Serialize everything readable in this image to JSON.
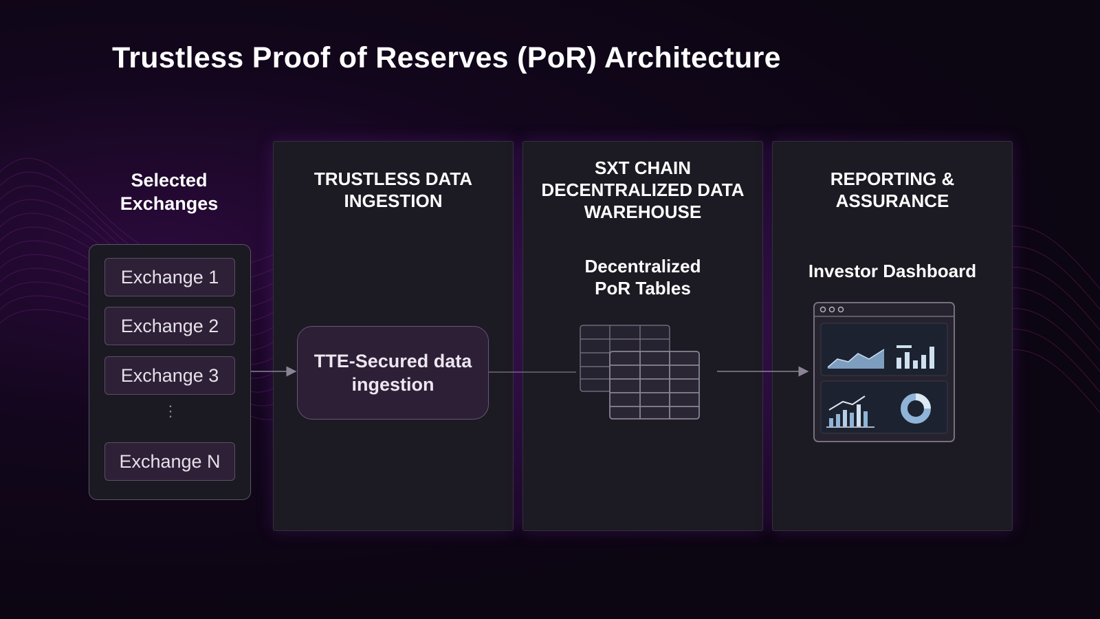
{
  "title": "Trustless Proof of Reserves (PoR) Architecture",
  "exchanges": {
    "heading": "Selected Exchanges",
    "items": [
      "Exchange 1",
      "Exchange 2",
      "Exchange 3",
      "Exchange N"
    ],
    "ellipsis": "⋮"
  },
  "panels": {
    "ingestion": {
      "title": "TRUSTLESS DATA INGESTION",
      "node": "TTE-Secured data ingestion"
    },
    "warehouse": {
      "title": "SXT CHAIN DECENTRALIZED DATA WAREHOUSE",
      "subtitle": "Decentralized PoR Tables"
    },
    "reporting": {
      "title": "REPORTING & ASSURANCE",
      "subtitle": "Investor Dashboard"
    }
  },
  "colors": {
    "background": "#0c0512",
    "panel": "#1c1a22",
    "accent_purple": "#7a3aa8",
    "chart_blue": "#8fb4d8",
    "node_fill": "#2d1f36"
  },
  "icons": [
    "table-stack-icon",
    "dashboard-window-icon",
    "area-chart-icon",
    "bar-chart-icon",
    "growth-bar-chart-icon",
    "donut-chart-icon",
    "arrow-right-icon"
  ]
}
